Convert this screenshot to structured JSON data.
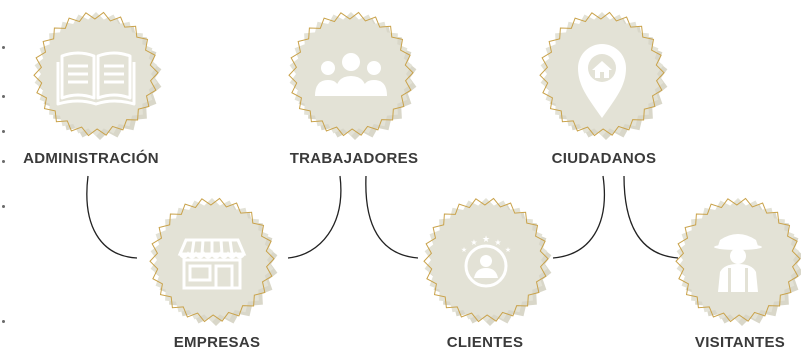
{
  "nodes": [
    {
      "id": "administracion",
      "label": "ADMINISTRACIÓN",
      "icon": "book-icon"
    },
    {
      "id": "trabajadores",
      "label": "TRABAJADORES",
      "icon": "people-group-icon"
    },
    {
      "id": "ciudadanos",
      "label": "CIUDADANOS",
      "icon": "map-pin-home-icon"
    },
    {
      "id": "empresas",
      "label": "EMPRESAS",
      "icon": "storefront-icon"
    },
    {
      "id": "clientes",
      "label": "CLIENTES",
      "icon": "customer-rating-icon"
    },
    {
      "id": "visitantes",
      "label": "VISITANTES",
      "icon": "visitor-hat-icon"
    }
  ],
  "colors": {
    "badge_fill": "#e3e2d6",
    "badge_shadow": "#d9d7c9",
    "badge_outline": "#c9a24a",
    "icon": "#ffffff",
    "connector": "#222222",
    "label": "#3a3a3a"
  }
}
